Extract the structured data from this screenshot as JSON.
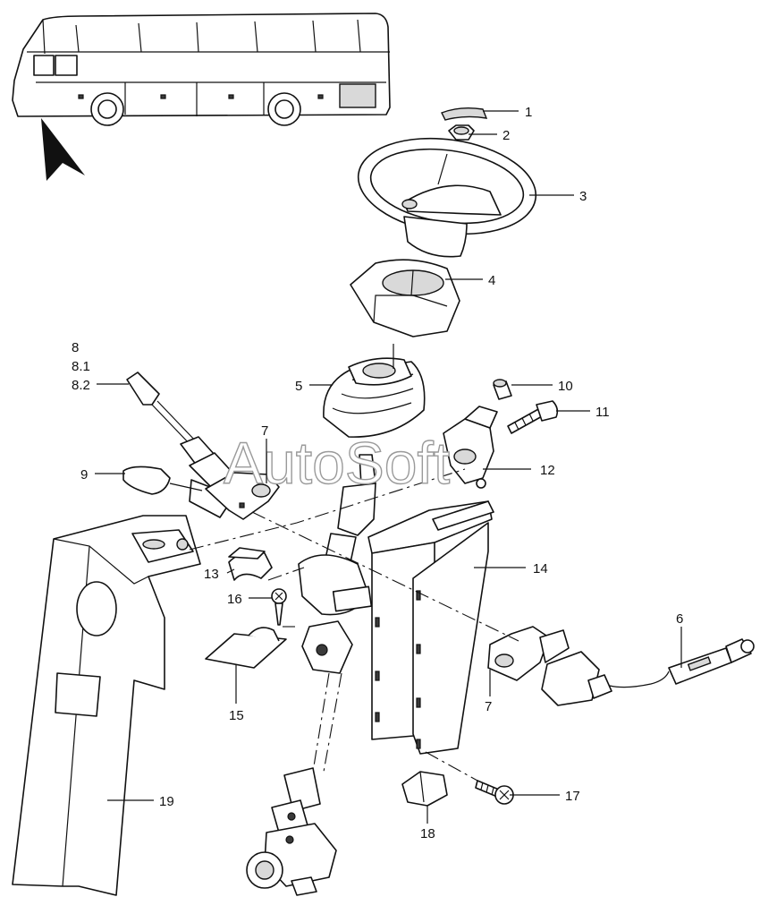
{
  "watermark": "AutoSoft",
  "callouts": [
    {
      "id": "c1",
      "text": "1"
    },
    {
      "id": "c2",
      "text": "2"
    },
    {
      "id": "c3",
      "text": "3"
    },
    {
      "id": "c4",
      "text": "4"
    },
    {
      "id": "c5",
      "text": "5"
    },
    {
      "id": "c6",
      "text": "6"
    },
    {
      "id": "c7a",
      "text": "7"
    },
    {
      "id": "c7b",
      "text": "7"
    },
    {
      "id": "c8",
      "text": "8"
    },
    {
      "id": "c81",
      "text": "8.1"
    },
    {
      "id": "c82",
      "text": "8.2"
    },
    {
      "id": "c9",
      "text": "9"
    },
    {
      "id": "c10",
      "text": "10"
    },
    {
      "id": "c11",
      "text": "11"
    },
    {
      "id": "c12",
      "text": "12"
    },
    {
      "id": "c13",
      "text": "13"
    },
    {
      "id": "c14",
      "text": "14"
    },
    {
      "id": "c15",
      "text": "15"
    },
    {
      "id": "c16",
      "text": "16"
    },
    {
      "id": "c17",
      "text": "17"
    },
    {
      "id": "c18",
      "text": "18"
    },
    {
      "id": "c19",
      "text": "19"
    }
  ]
}
